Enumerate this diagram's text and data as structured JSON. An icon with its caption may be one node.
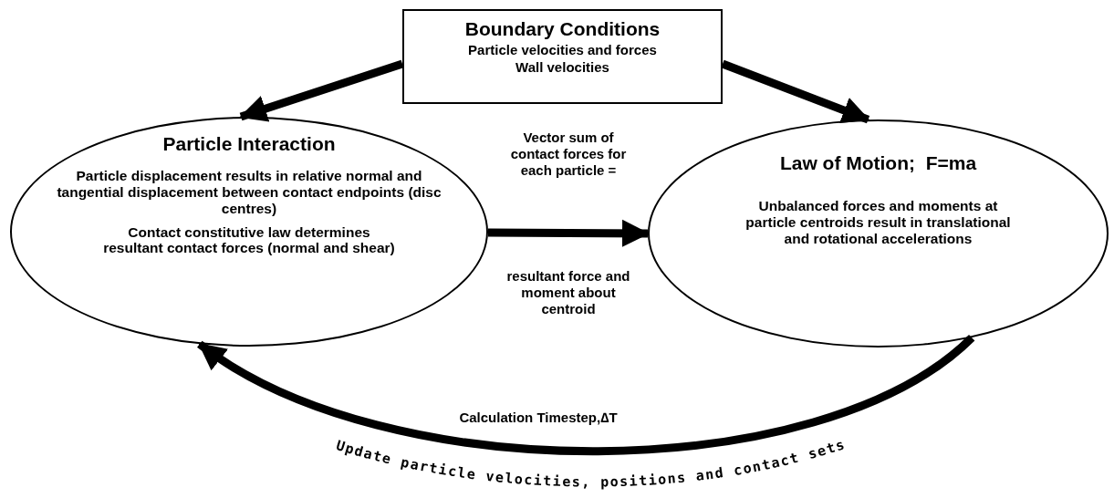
{
  "diagram": {
    "nodes": [
      {
        "text": [
          "Boundary Conditions",
          "Particle velocities and forces",
          "Wall velocities"
        ]
      },
      {
        "text": [
          "Particle Interaction",
          "Particle displacement results in relative normal and tangential displacement between contact endpoints (disc centres)",
          "Contact constitutive law determines resultant contact forces (normal and shear)"
        ]
      },
      {
        "text": [
          "Law of Motion;  F=ma",
          "Unbalanced forces and moments at particle centroids result in translational and rotational accelerations"
        ]
      }
    ],
    "edges": [
      {
        "from": 0,
        "to": 1,
        "arrow": "to"
      },
      {
        "from": 0,
        "to": 2,
        "arrow": "to"
      },
      {
        "from": 1,
        "to": 2,
        "arrow": "to"
      },
      {
        "from": 2,
        "to": 1,
        "arrow": "to",
        "label": "Calculation Timestep,∆T"
      }
    ],
    "labels": [
      "Vector sum of contact forces for each particle =",
      "resultant force and moment about centroid",
      "Update particle velocities, positions and contact sets"
    ]
  }
}
